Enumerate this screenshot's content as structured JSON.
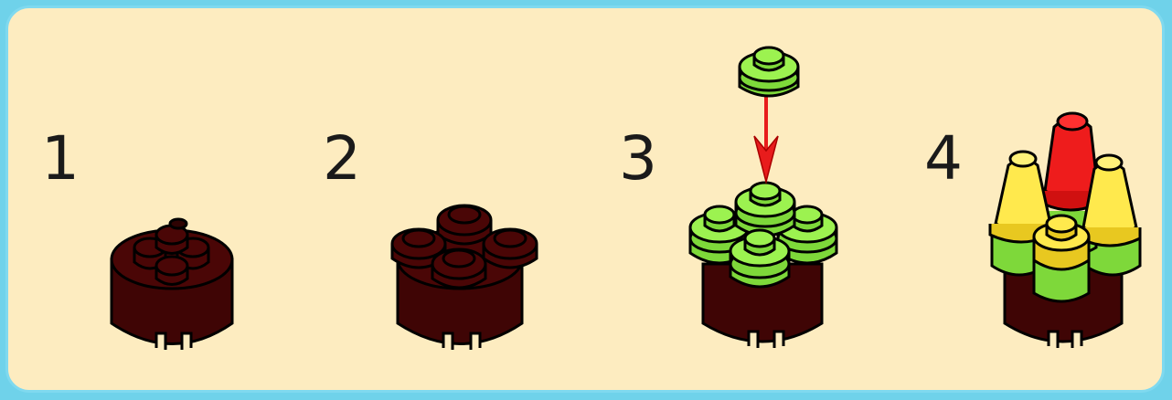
{
  "steps": [
    {
      "number": "1"
    },
    {
      "number": "2"
    },
    {
      "number": "3"
    },
    {
      "number": "4"
    }
  ],
  "colors": {
    "background": "#fdecc0",
    "border": "#7fd9ef",
    "dark_red": "#3f0505",
    "lime": "#9cf250",
    "yellow": "#ffe94d",
    "red": "#ee1c1c",
    "arrow": "#e81c1c"
  }
}
